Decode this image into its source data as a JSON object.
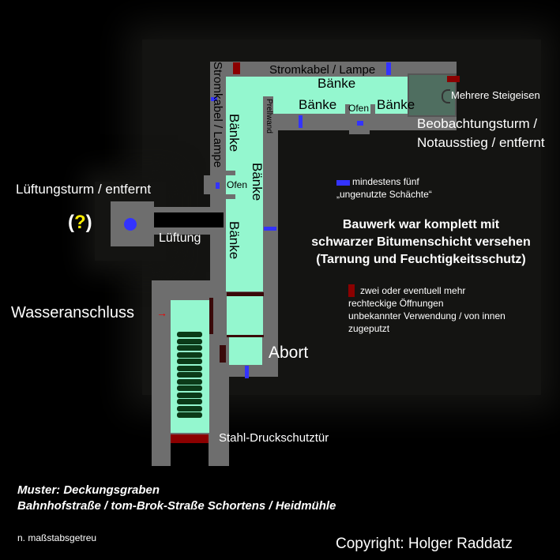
{
  "labels": {
    "stromkabel_top": "Stromkabel / Lampe",
    "stromkabel_side": "Stromkabel / Lampe",
    "baenke_top": "Bänke",
    "baenke_mid_left": "Bänke",
    "ofen_top": "Ofen",
    "baenke_mid_right": "Bänke",
    "prellwand": "Prellwand",
    "baenke_v1": "Bänke",
    "baenke_v2": "Bänke",
    "baenke_v3": "Bänke",
    "ofen_side": "Ofen",
    "steigeisen": "Mehrere Steigeisen",
    "beobachtung_1": "Beobachtungsturm /",
    "beobachtung_2": "Notausstieg / entfernt",
    "lueftungsturm": "Lüftungsturm / entfernt",
    "question": "(?)",
    "lueftung": "Lüftung",
    "wasseranschluss": "Wasseranschluss",
    "abort": "Abort",
    "tuer": "Stahl-Druckschutztür"
  },
  "legend": {
    "blue_1": "mindestens fünf",
    "blue_2": "„ungenutzte Schächte“",
    "red_1": "zwei oder eventuell mehr",
    "red_2": "rechteckige Öffnungen",
    "red_3": "unbekannter Verwendung / von innen",
    "red_4": "zugeputzt"
  },
  "note": [
    "Bauwerk war komplett mit",
    "schwarzer Bitumenschicht versehen",
    "(Tarnung und Feuchtigkeitsschutz)"
  ],
  "caption": [
    "Muster: Deckungsgraben",
    "Bahnhofstraße / tom-Brok-Straße Schortens / Heidmühle"
  ],
  "scale_note": "n. maßstabsgetreu",
  "copyright": "Copyright: Holger Raddatz",
  "colors": {
    "wall": "#6e6e6e",
    "floor": "#94f7cf",
    "shaft": "#3333ff",
    "opening": "#8b0000"
  }
}
